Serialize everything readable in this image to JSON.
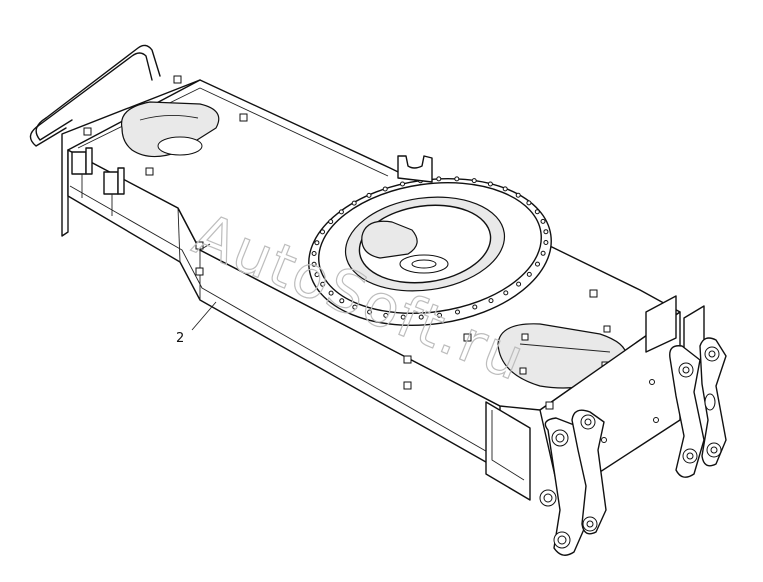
{
  "diagram": {
    "callouts": [
      {
        "id": "callout-2",
        "label": "2"
      }
    ],
    "watermark": "AutoSoft.ru"
  },
  "colors": {
    "line": "#111111",
    "paper": "#ffffff",
    "watermark": "#bdbdbd"
  }
}
